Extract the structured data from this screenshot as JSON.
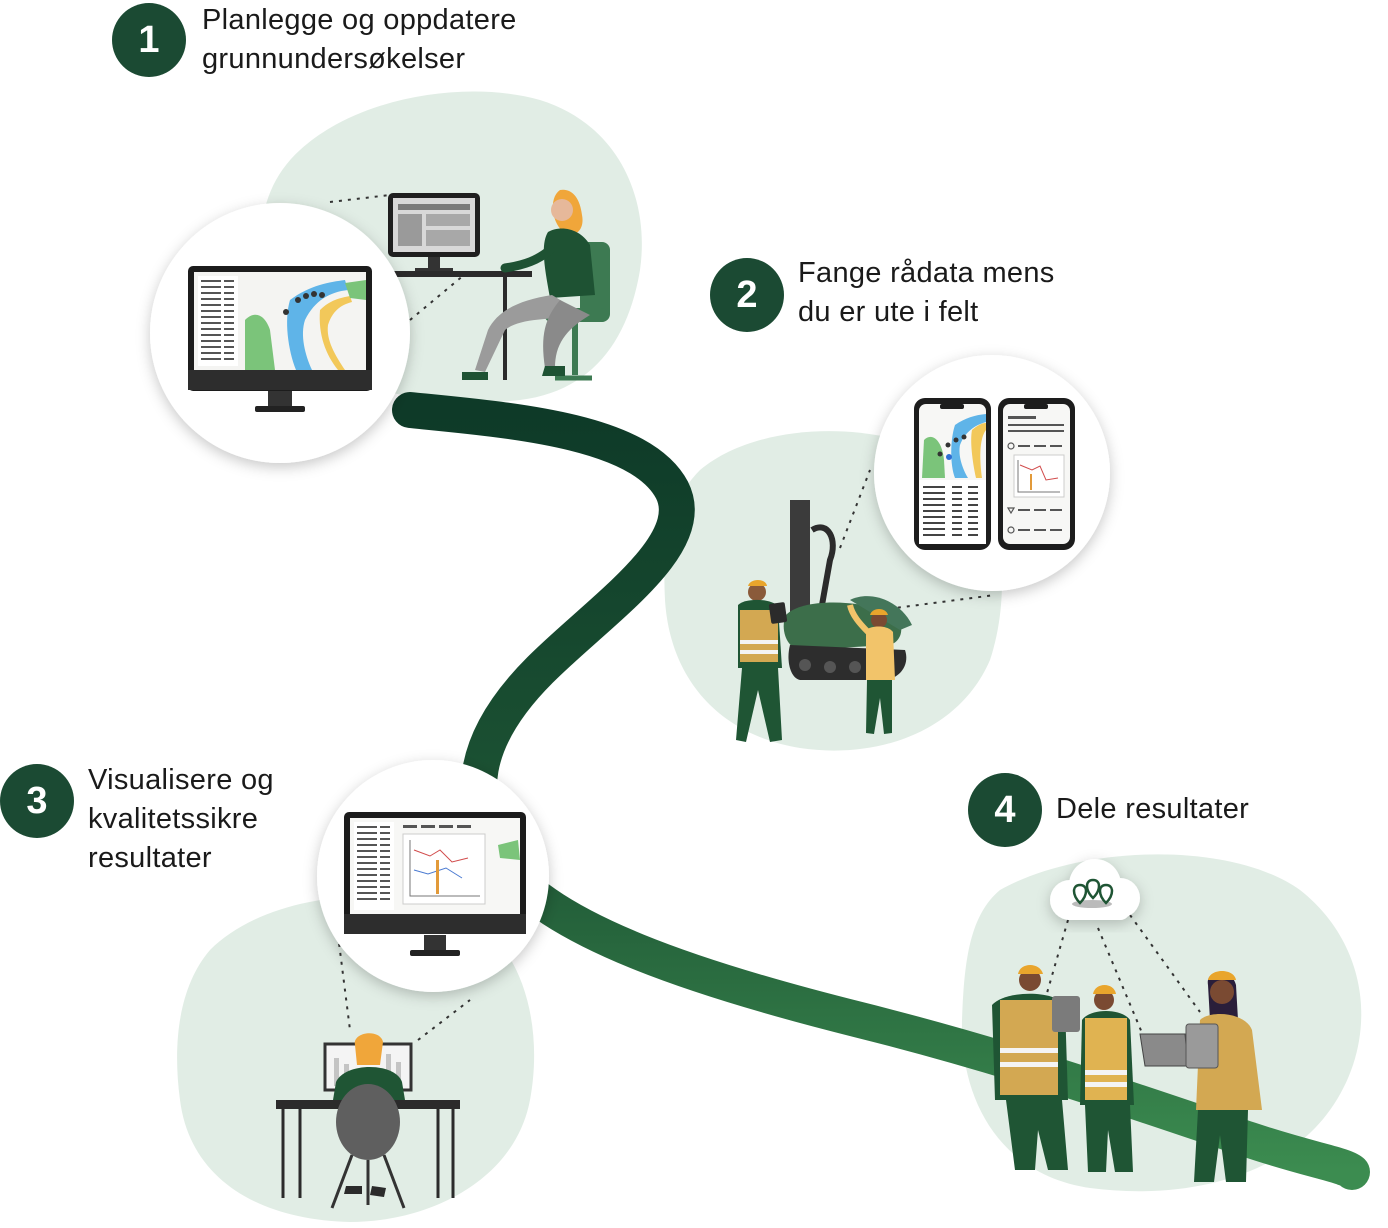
{
  "colors": {
    "path_dark": "#0e3a28",
    "path_light": "#3c8c50",
    "blob": "#e1ede5",
    "badge": "#1b4a33",
    "hard_hat": "#e9a52c",
    "vest": "#d3a852",
    "worker_green": "#1f5534"
  },
  "steps": [
    {
      "number": "1",
      "lines": [
        "Planlegge og oppdatere",
        "grunnundersøkelser"
      ]
    },
    {
      "number": "2",
      "lines": [
        "Fange rådata mens",
        "du er ute i felt"
      ]
    },
    {
      "number": "3",
      "lines": [
        "Visualisere og",
        "kvalitetssikre",
        "resultater"
      ]
    },
    {
      "number": "4",
      "lines": [
        "Dele resultater"
      ]
    }
  ],
  "icons": {
    "step1": [
      "desktop-map-monitor-icon",
      "office-worker-at-desk-icon"
    ],
    "step2": [
      "phone-map-app-icon",
      "phone-log-app-icon",
      "drill-rig-icon",
      "field-workers-icon"
    ],
    "step3": [
      "desktop-chart-monitor-icon",
      "analyst-at-desk-icon"
    ],
    "step4": [
      "cloud-location-pins-icon",
      "team-sharing-results-icon"
    ]
  }
}
